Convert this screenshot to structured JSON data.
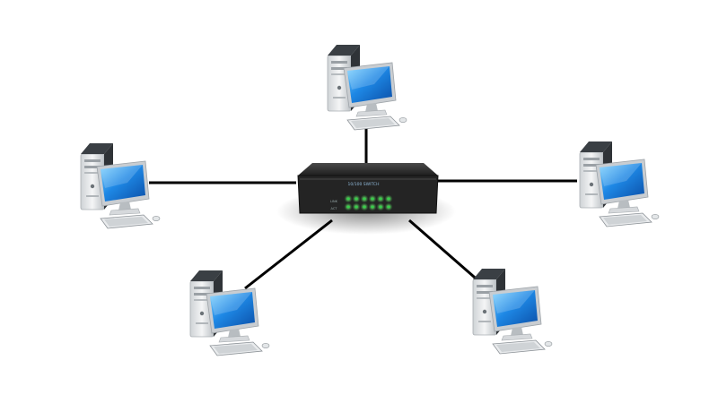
{
  "diagram": {
    "type": "star-topology",
    "hub": {
      "kind": "network-switch",
      "label": "10/100 SWITCH",
      "port_count": 6,
      "led_rows": 2,
      "led_color": "#35d04a"
    },
    "nodes": [
      {
        "id": "top",
        "kind": "desktop-computer"
      },
      {
        "id": "left",
        "kind": "desktop-computer"
      },
      {
        "id": "right",
        "kind": "desktop-computer"
      },
      {
        "id": "bottom-left",
        "kind": "desktop-computer"
      },
      {
        "id": "bottom-right",
        "kind": "desktop-computer"
      }
    ],
    "links": [
      {
        "from": "hub",
        "to": "top"
      },
      {
        "from": "hub",
        "to": "left"
      },
      {
        "from": "hub",
        "to": "right"
      },
      {
        "from": "hub",
        "to": "bottom-left"
      },
      {
        "from": "hub",
        "to": "bottom-right"
      }
    ],
    "colors": {
      "link": "#000000",
      "screen": "#1e88e5",
      "tower": "#e6e8ea",
      "switch_body": "#2b2b2b",
      "background": "#ffffff"
    }
  }
}
